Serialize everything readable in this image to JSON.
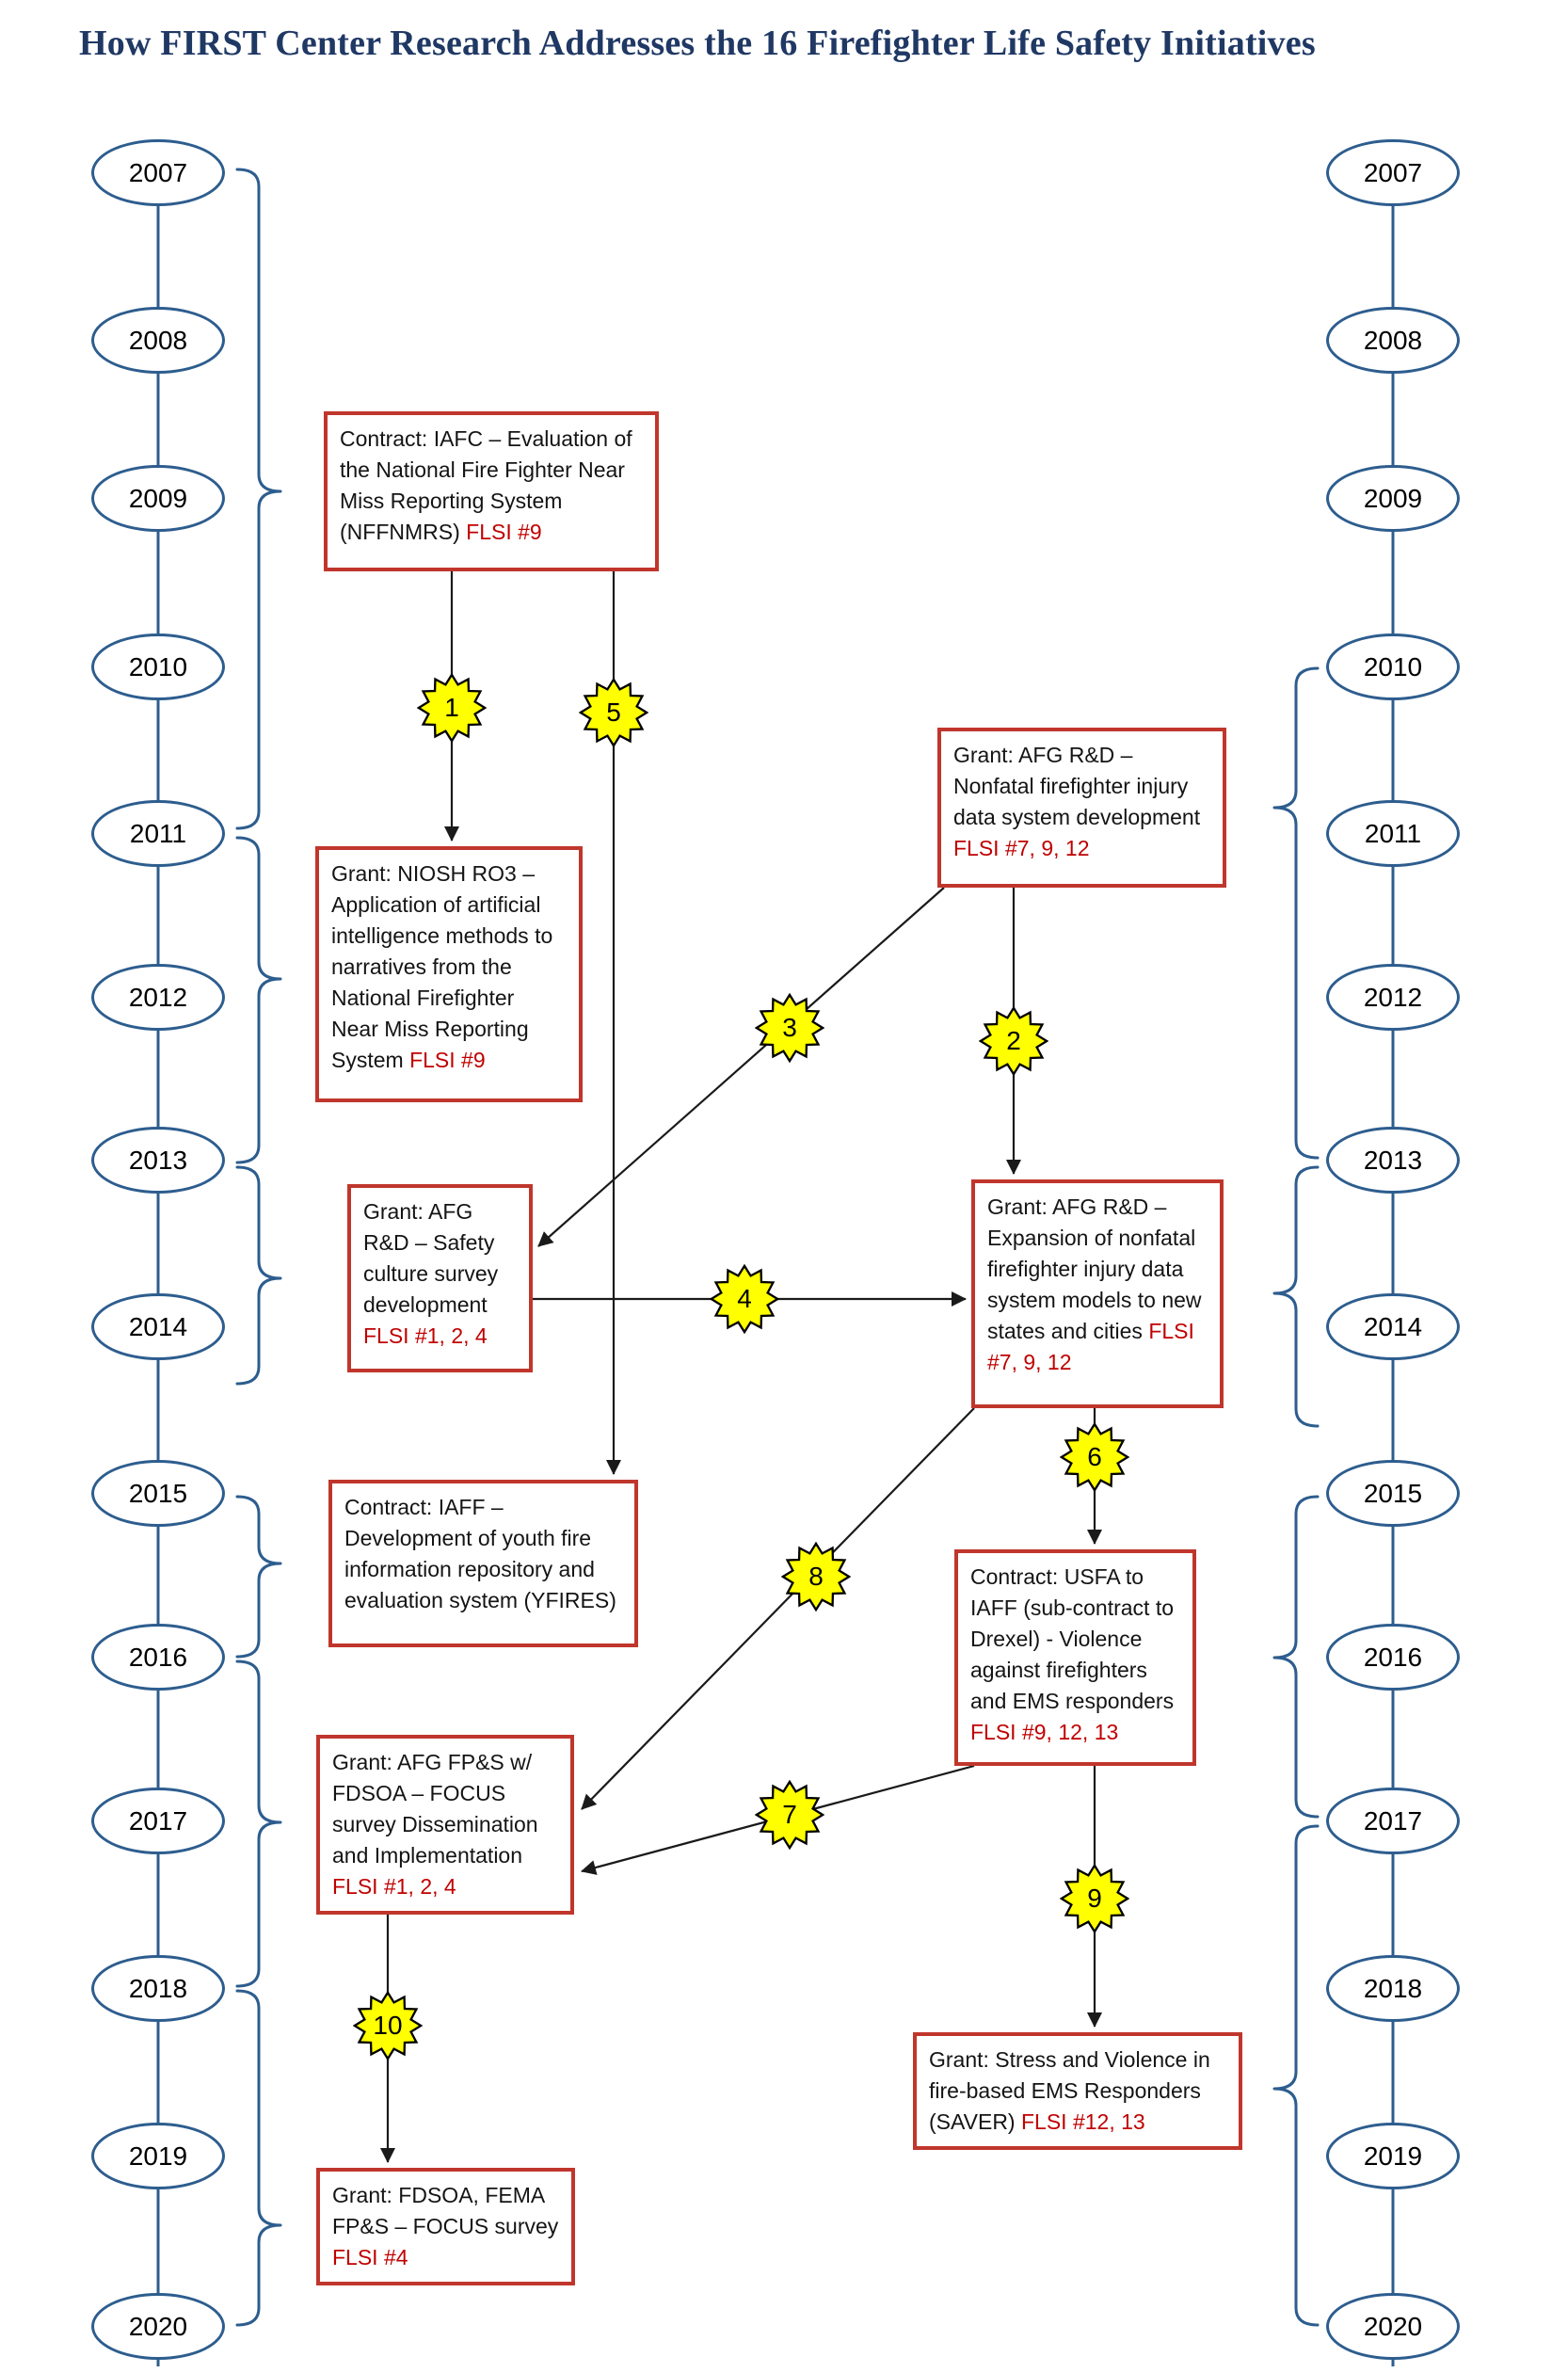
{
  "title": "How FIRST Center Research Addresses the 16 Firefighter Life Safety Initiatives",
  "timelines": {
    "left": {
      "years": [
        "2007",
        "2008",
        "2009",
        "2010",
        "2011",
        "2012",
        "2013",
        "2014",
        "2015",
        "2016",
        "2017",
        "2018",
        "2019",
        "2020"
      ]
    },
    "right": {
      "years": [
        "2007",
        "2008",
        "2009",
        "2010",
        "2011",
        "2012",
        "2013",
        "2014",
        "2015",
        "2016",
        "2017",
        "2018",
        "2019",
        "2020"
      ]
    }
  },
  "boxes": [
    {
      "id": "iafc-nffnmrs",
      "text": "Contract:  IAFC – Evaluation of the National Fire Fighter Near Miss Reporting System (NFFNMRS) ",
      "flsi": "FLSI #9"
    },
    {
      "id": "niosh-ro3",
      "text": "Grant: NIOSH RO3 – Application of artificial intelligence methods to narratives from the National Firefighter Near Miss Reporting System ",
      "flsi": "FLSI #9"
    },
    {
      "id": "afg-injury-data",
      "text": "Grant: AFG R&D – Nonfatal firefighter injury data system development ",
      "flsi": "FLSI #7, 9, 12"
    },
    {
      "id": "afg-safety-culture",
      "text": "Grant: AFG R&D – Safety culture survey development ",
      "flsi": "FLSI #1, 2, 4"
    },
    {
      "id": "afg-injury-expansion",
      "text": "Grant: AFG R&D – Expansion of nonfatal firefighter injury data system models to new states and cities ",
      "flsi": "FLSI #7, 9, 12"
    },
    {
      "id": "iaff-yfires",
      "text": "Contract: IAFF – Development of youth fire information repository and evaluation system (YFIRES)",
      "flsi": ""
    },
    {
      "id": "usfa-iaff-violence",
      "text": "Contract: USFA to IAFF (sub-contract to Drexel) - Violence against firefighters and EMS responders ",
      "flsi": "FLSI #9, 12, 13"
    },
    {
      "id": "afg-focus-dissemination",
      "text": "Grant:  AFG FP&S w/ FDSOA – FOCUS survey Dissemination and Implementation ",
      "flsi": "FLSI #1, 2, 4"
    },
    {
      "id": "saver",
      "text": "Grant: Stress and Violence in fire-based EMS Responders (SAVER) ",
      "flsi": "FLSI #12, 13"
    },
    {
      "id": "fdsoa-focus",
      "text": "Grant: FDSOA, FEMA FP&S – FOCUS survey ",
      "flsi": "FLSI #4"
    }
  ],
  "starbursts": [
    {
      "number": "1"
    },
    {
      "number": "2"
    },
    {
      "number": "3"
    },
    {
      "number": "4"
    },
    {
      "number": "5"
    },
    {
      "number": "6"
    },
    {
      "number": "7"
    },
    {
      "number": "8"
    },
    {
      "number": "9"
    },
    {
      "number": "10"
    }
  ],
  "colors": {
    "timeline_blue": "#2d5d8e",
    "title_blue": "#1f3864",
    "box_border_red": "#c0362c",
    "flsi_red": "#c00000",
    "star_yellow": "#ffff00",
    "arrow_black": "#1a1a1a"
  }
}
